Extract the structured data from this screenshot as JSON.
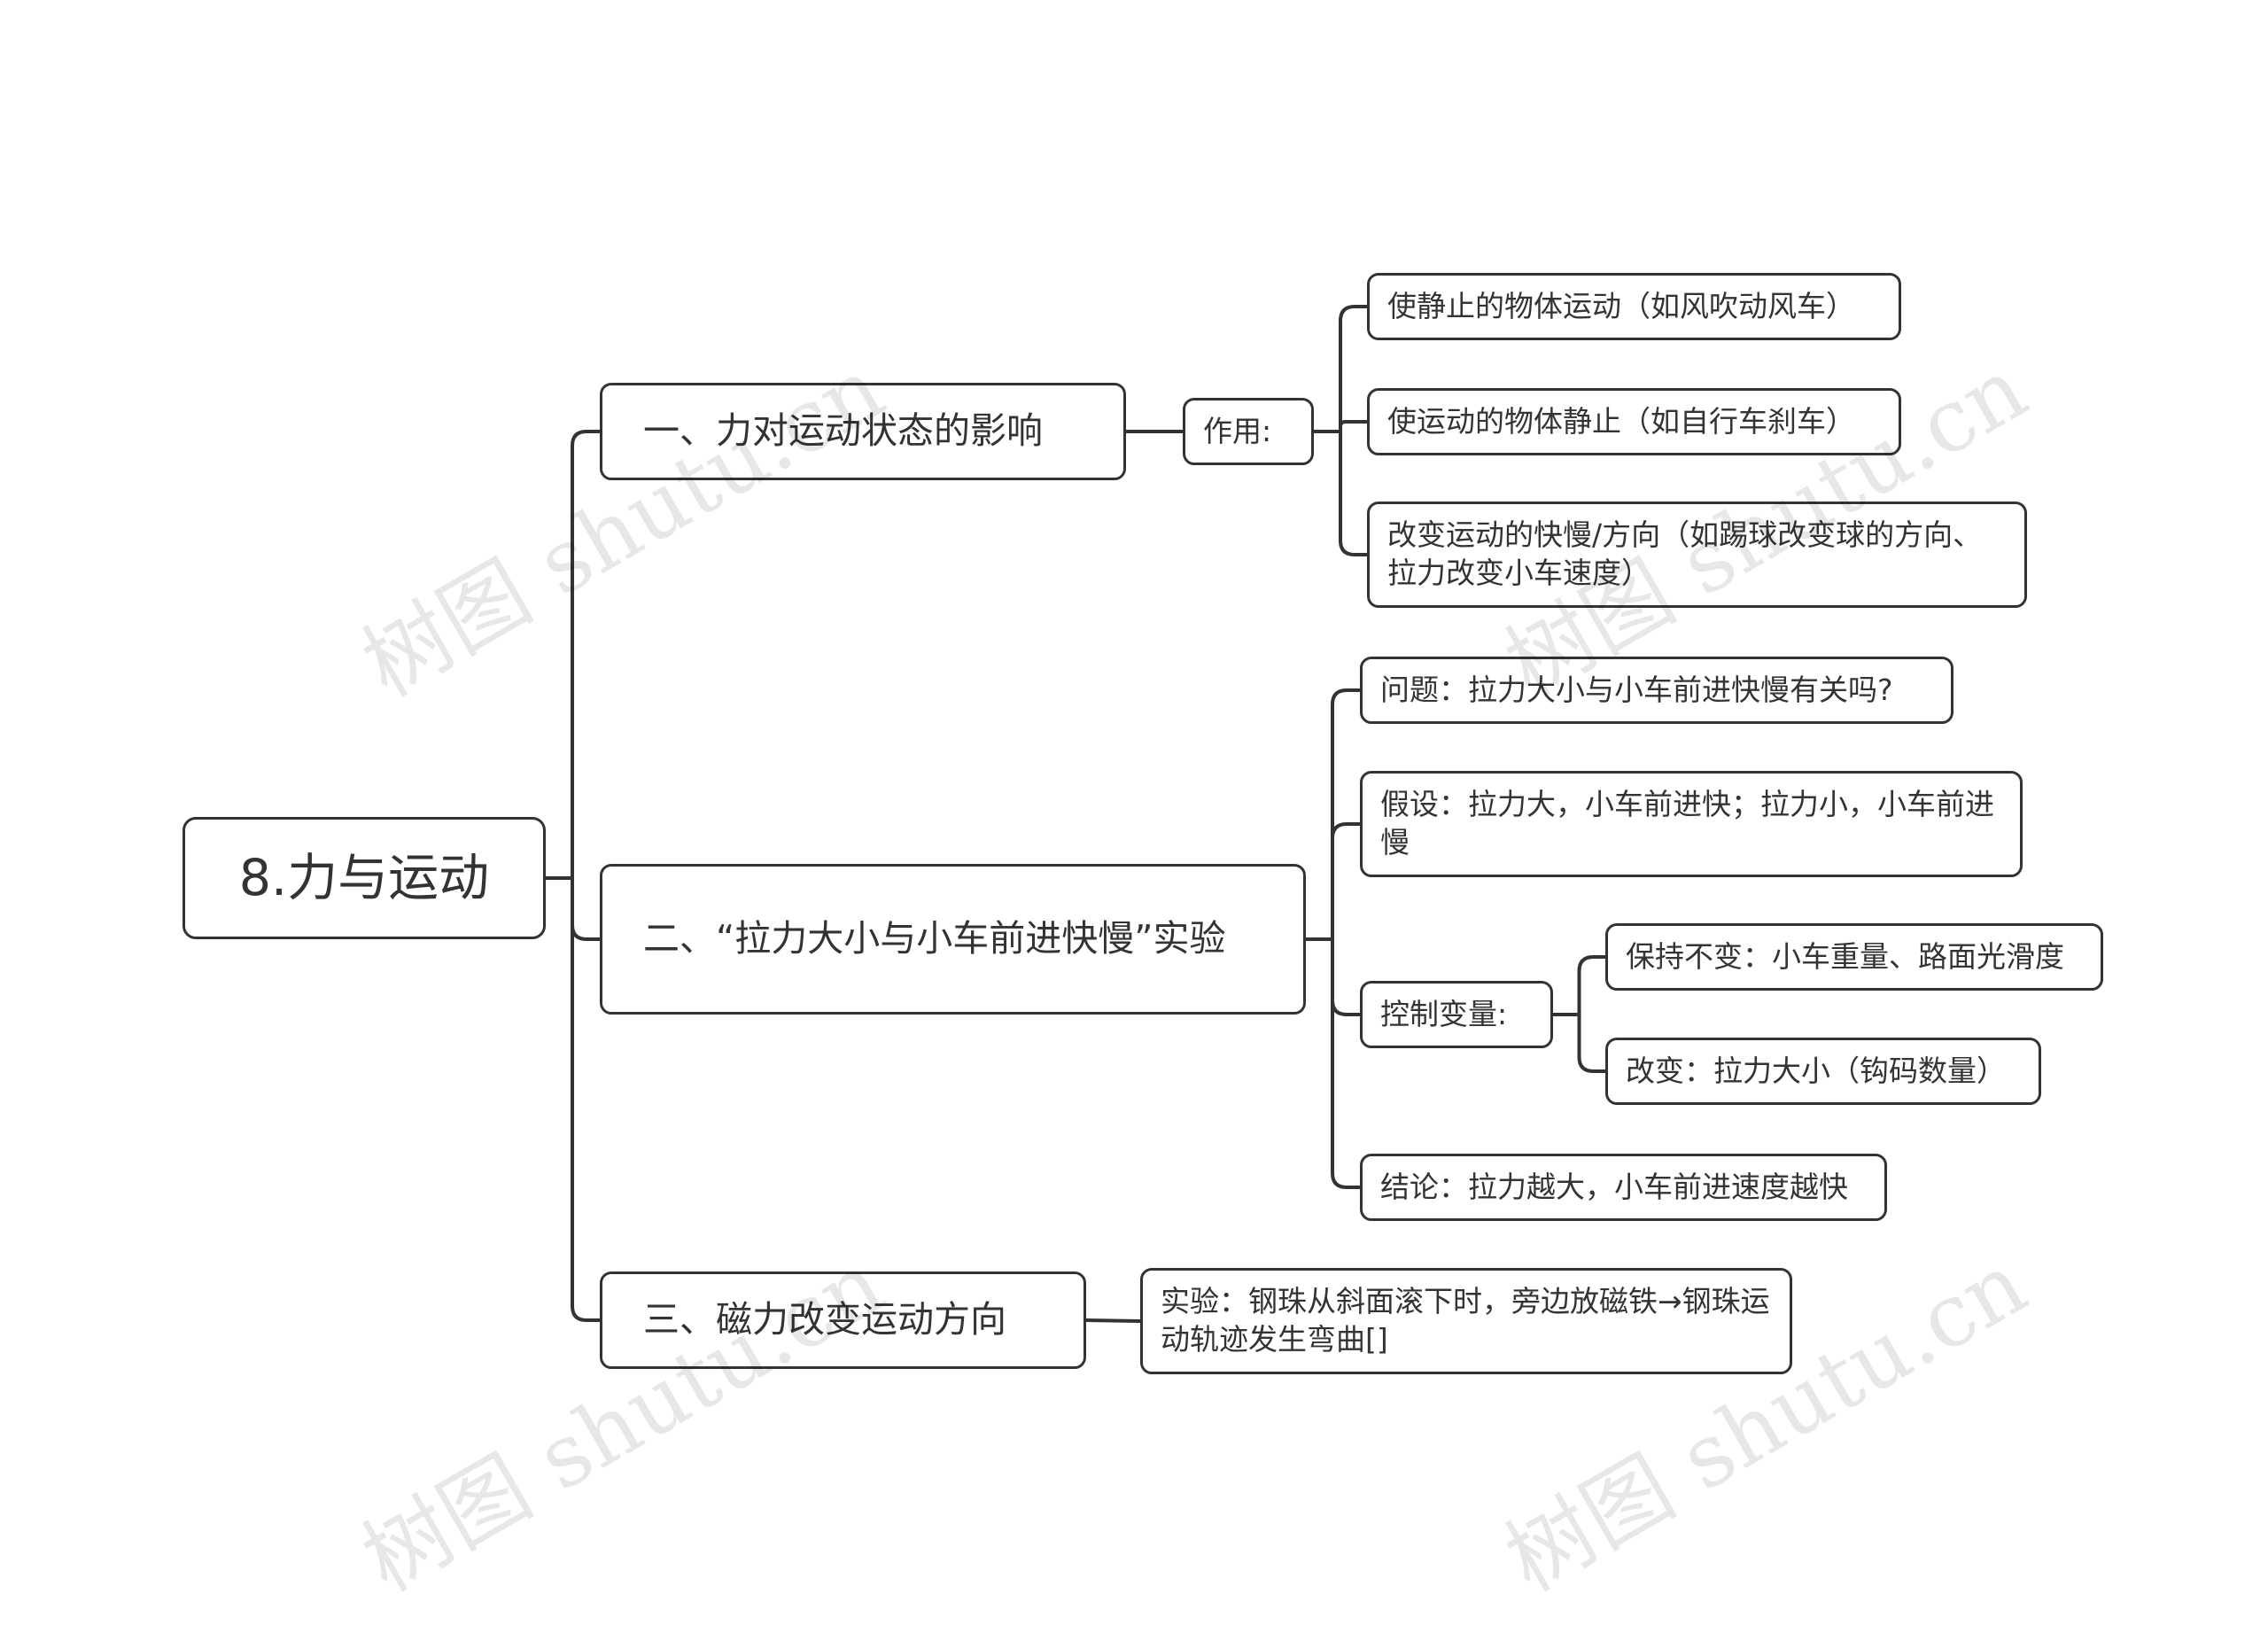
{
  "watermark": "树图 shutu.cn",
  "root": {
    "label": "8.力与运动"
  },
  "branches": [
    {
      "label": "一、力对运动状态的影响",
      "children": [
        {
          "label": "作用:",
          "children": [
            {
              "label": "使静止的物体运动（如风吹动风车）"
            },
            {
              "label": "使运动的物体静止（如自行车刹车）"
            },
            {
              "label": "改变运动的快慢/方向（如踢球改变球的方向、拉力改变小车速度）"
            }
          ]
        }
      ]
    },
    {
      "label": "二、“拉力大小与小车前进快慢”实验",
      "children": [
        {
          "label": "问题：拉力大小与小车前进快慢有关吗?"
        },
        {
          "label": "假设：拉力大，小车前进快；拉力小，小车前进慢"
        },
        {
          "label": "控制变量:",
          "children": [
            {
              "label": "保持不变：小车重量、路面光滑度"
            },
            {
              "label": "改变：拉力大小（钩码数量）"
            }
          ]
        },
        {
          "label": "结论：拉力越大，小车前进速度越快"
        }
      ]
    },
    {
      "label": "三、磁力改变运动方向",
      "children": [
        {
          "label": "实验：钢珠从斜面滚下时，旁边放磁铁→钢珠运动轨迹发生弯曲[]"
        }
      ]
    }
  ],
  "colors": {
    "line": "#333333",
    "border": "#333333",
    "text": "#333333",
    "background": "#ffffff"
  }
}
